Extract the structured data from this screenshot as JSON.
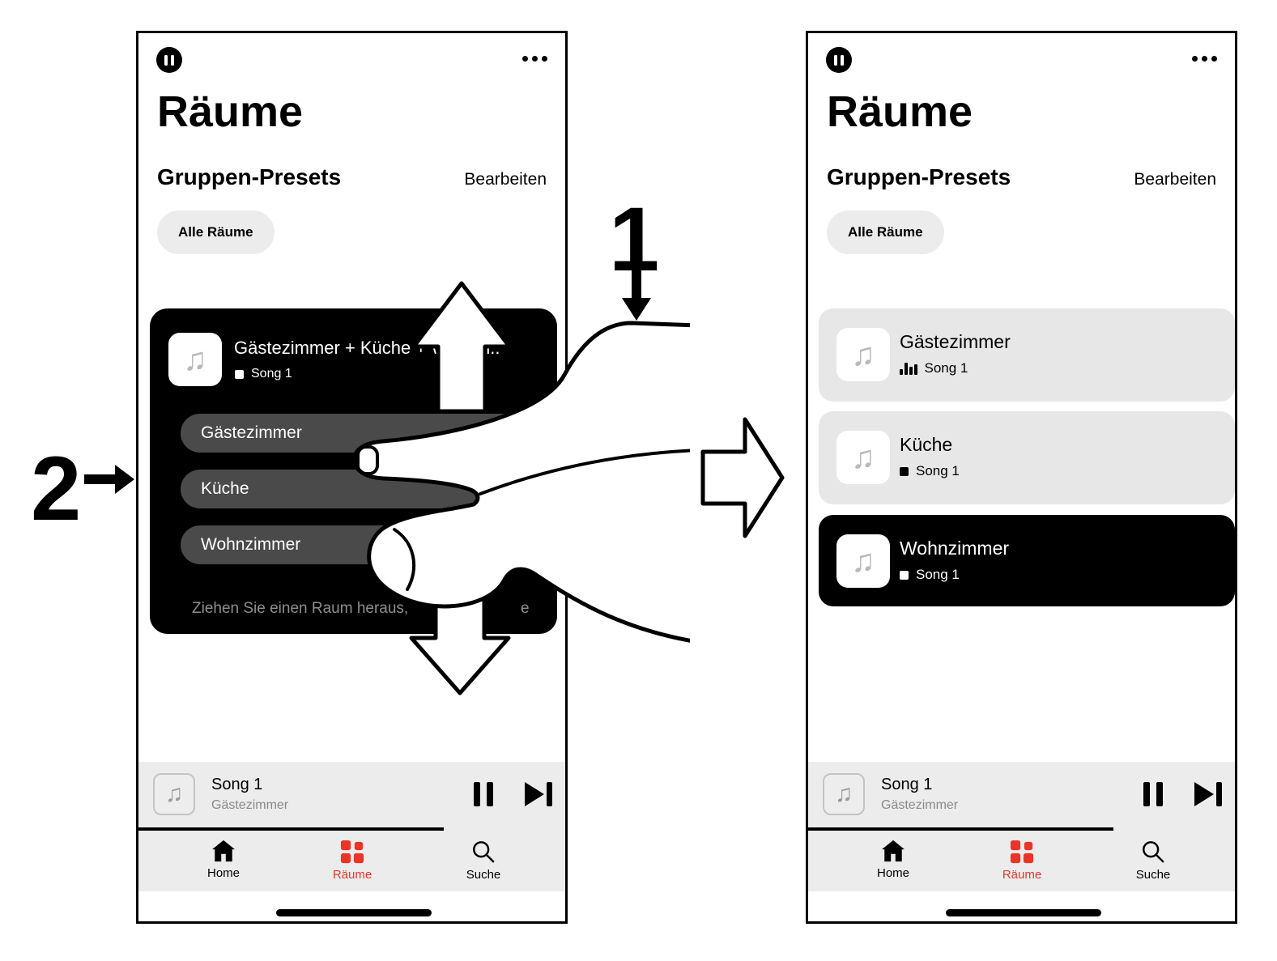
{
  "colors": {
    "accent_red": "#e8352a",
    "card_black": "#000000",
    "room_row_gray": "#4a4a4a",
    "panel_gray": "#ececec",
    "card_gray": "#e7e7e7",
    "muted_text": "#8e8e8e"
  },
  "icons": {
    "pause_badge": "pause-circle",
    "more_options": "ellipsis",
    "music_note": "♫",
    "stop": "■",
    "playing": "equalizer-bars",
    "tab_home": "house",
    "tab_rooms": "grid",
    "tab_search": "magnifier",
    "player_pause": "pause-bars",
    "player_skip_next": "skip-next"
  },
  "annotations": {
    "step1_label": "1",
    "step2_label": "2"
  },
  "screen1": {
    "title": "Räume",
    "section_title": "Gruppen-Presets",
    "edit_link": "Bearbeiten",
    "preset_pill": "Alle Räume",
    "group_card": {
      "title": "Gästezimmer + Küche + Wohnzi..",
      "now_playing": "Song 1",
      "rooms": [
        "Gästezimmer",
        "Küche",
        "Wohnzimmer"
      ],
      "hint": "Ziehen Sie einen Raum heraus,",
      "hint_fragment": "e"
    },
    "mini_player": {
      "song": "Song 1",
      "room": "Gästezimmer"
    },
    "tabs": [
      {
        "label": "Home",
        "active": false
      },
      {
        "label": "Räume",
        "active": true
      },
      {
        "label": "Suche",
        "active": false
      }
    ]
  },
  "screen2": {
    "title": "Räume",
    "section_title": "Gruppen-Presets",
    "edit_link": "Bearbeiten",
    "preset_pill": "Alle Räume",
    "room_cards": [
      {
        "name": "Gästezimmer",
        "song": "Song 1",
        "indicator": "playing-bars",
        "theme": "light"
      },
      {
        "name": "Küche",
        "song": "Song 1",
        "indicator": "stop-square-black",
        "theme": "light"
      },
      {
        "name": "Wohnzimmer",
        "song": "Song 1",
        "indicator": "stop-square-white",
        "theme": "dark"
      }
    ],
    "mini_player": {
      "song": "Song 1",
      "room": "Gästezimmer"
    },
    "tabs": [
      {
        "label": "Home",
        "active": false
      },
      {
        "label": "Räume",
        "active": true
      },
      {
        "label": "Suche",
        "active": false
      }
    ]
  }
}
